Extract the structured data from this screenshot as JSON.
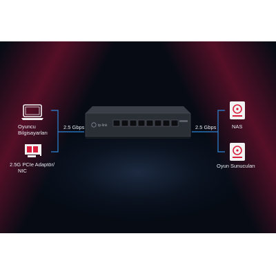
{
  "left_devices": [
    {
      "label_line1": "Oyuncu",
      "label_line2": "Bilgisayarları",
      "icon": "laptop-icon"
    },
    {
      "label_line1": "2.5G PCIe Adaptör/",
      "label_line2": "NIC",
      "icon": "network-card-icon"
    }
  ],
  "right_devices": [
    {
      "label": "NAS",
      "icon": "nas-icon"
    },
    {
      "label": "Oyun Sunucuları",
      "icon": "server-icon"
    }
  ],
  "speeds": {
    "left": "2.5 Gbps",
    "right": "2.5 Gbps"
  },
  "switch": {
    "brand": "tp-link",
    "ports": 8
  },
  "colors": {
    "background": "#0b1320",
    "accent_red": "#d81e3c",
    "link_blue": "#2f86d6",
    "icon_white": "#f2f2f2"
  }
}
